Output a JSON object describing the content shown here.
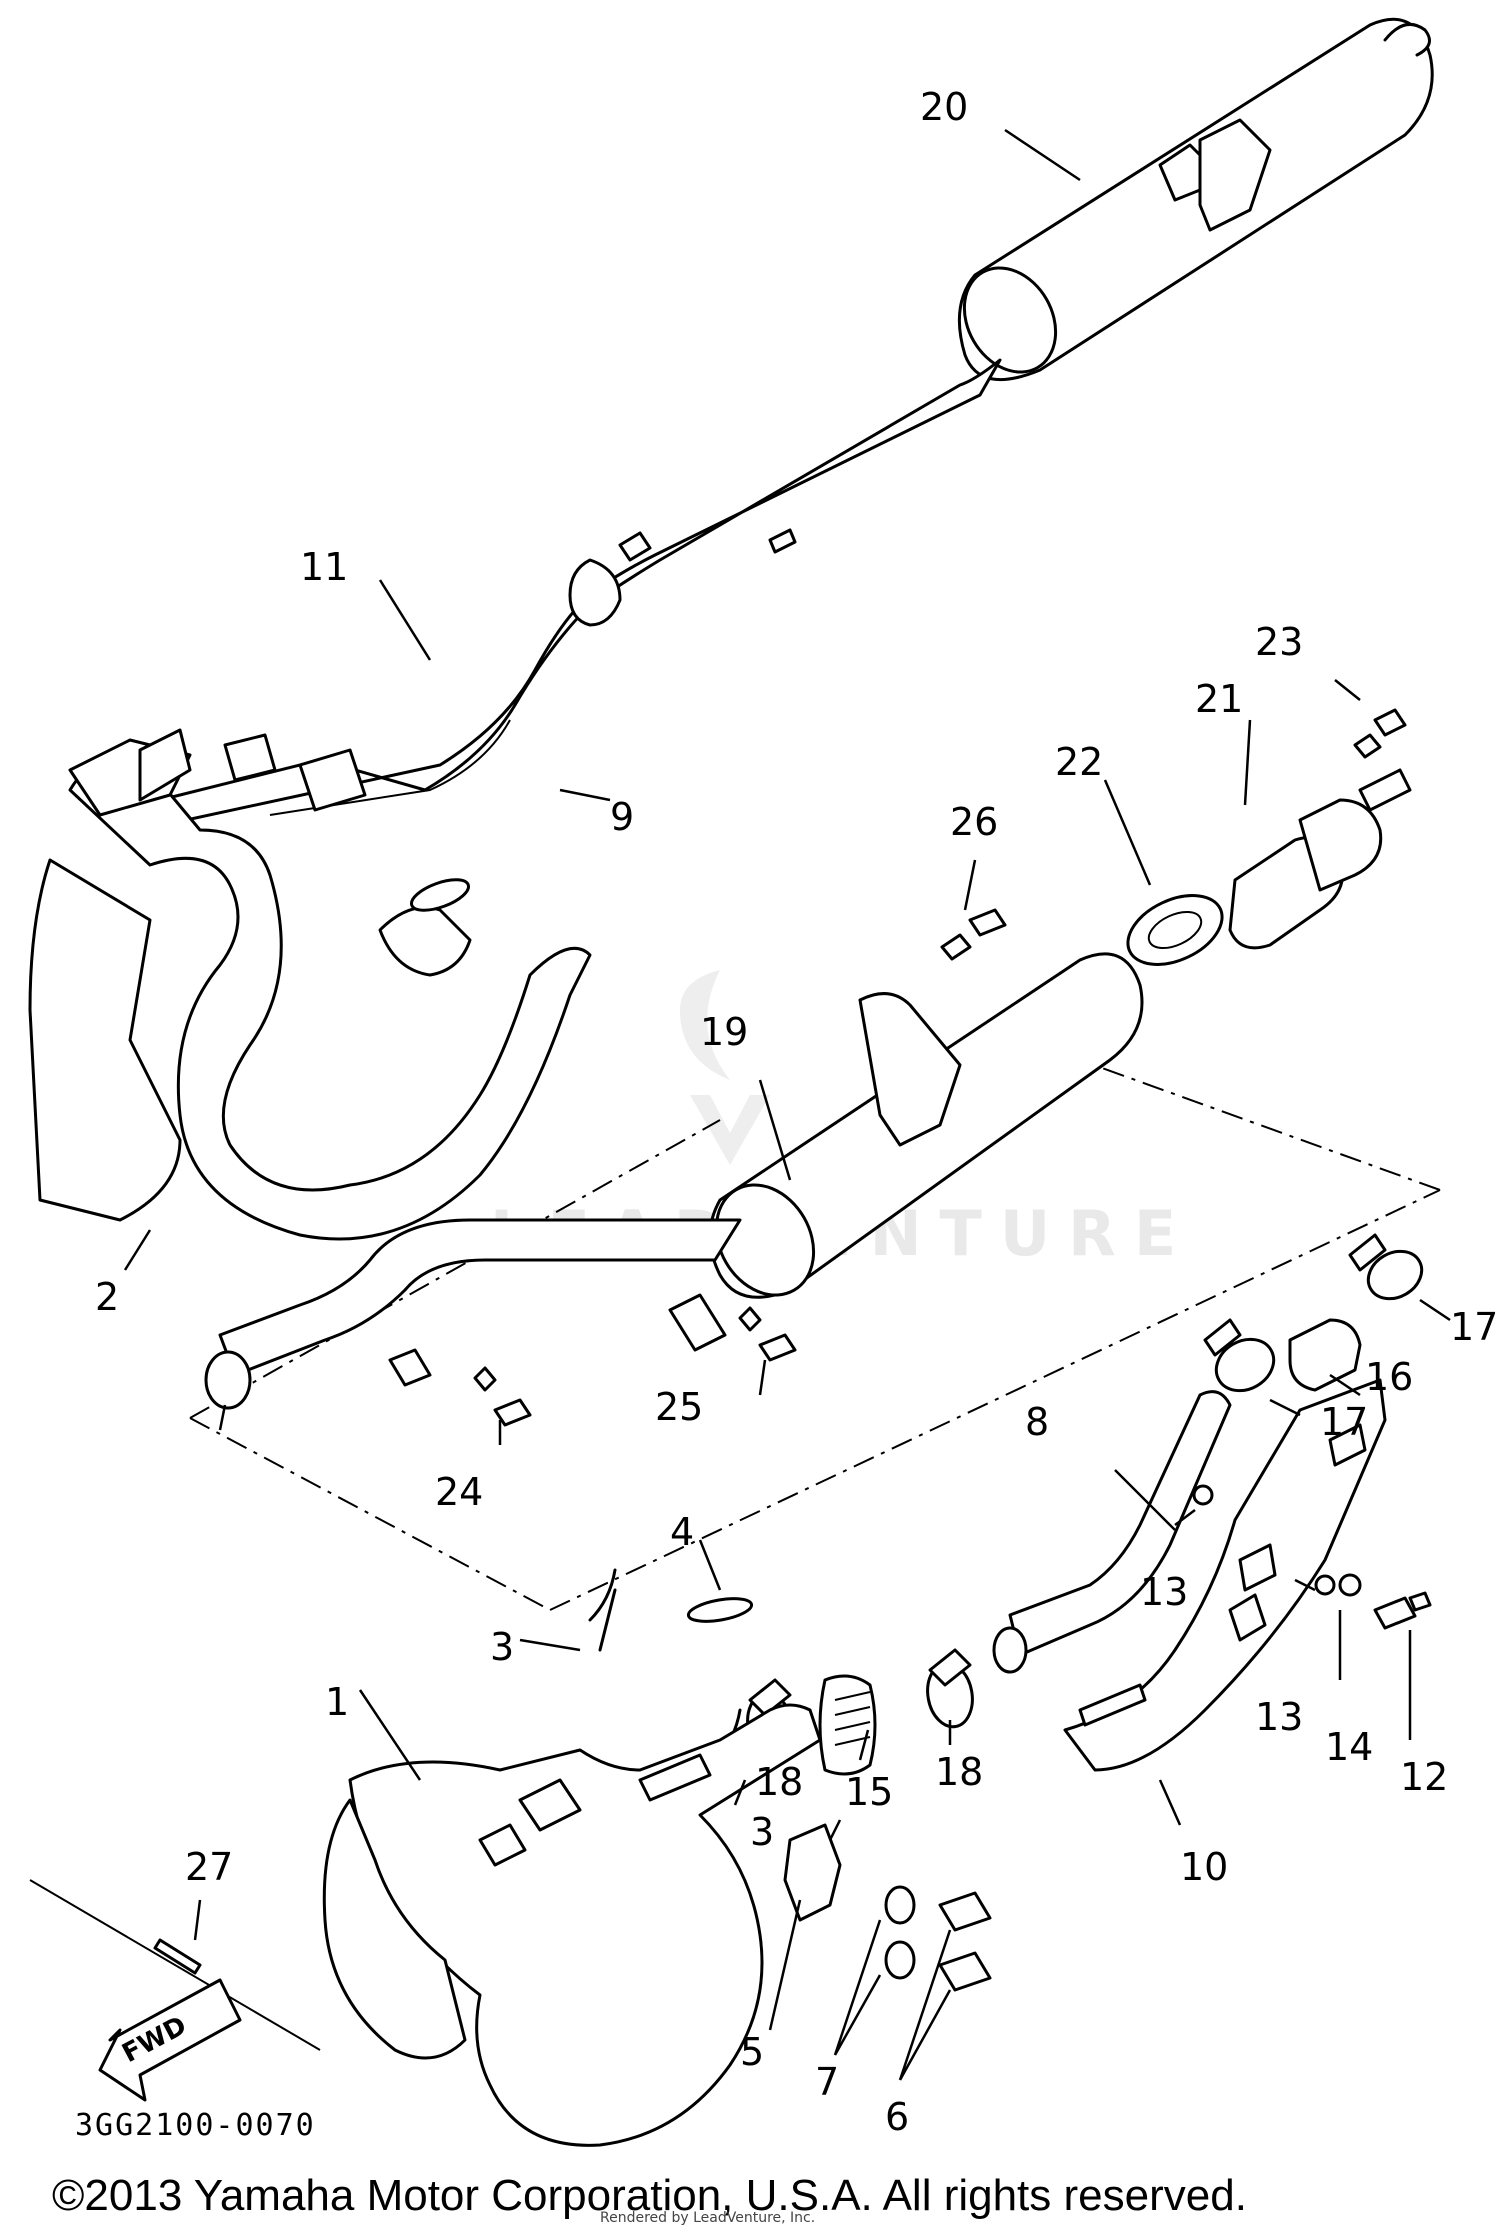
{
  "diagram": {
    "part_code": "3GG2100-0070",
    "direction_label": "FWD",
    "copyright": "©2013 Yamaha Motor Corporation, U.S.A. All rights reserved.",
    "credit": "Rendered by LeadVenture, Inc.",
    "watermark": "LEADVENTURE",
    "callouts": [
      "1",
      "2",
      "3",
      "3",
      "4",
      "5",
      "6",
      "7",
      "8",
      "9",
      "10",
      "11",
      "12",
      "13",
      "13",
      "14",
      "15",
      "16",
      "17",
      "17",
      "18",
      "18",
      "19",
      "20",
      "21",
      "22",
      "23",
      "24",
      "25",
      "26",
      "27"
    ]
  }
}
